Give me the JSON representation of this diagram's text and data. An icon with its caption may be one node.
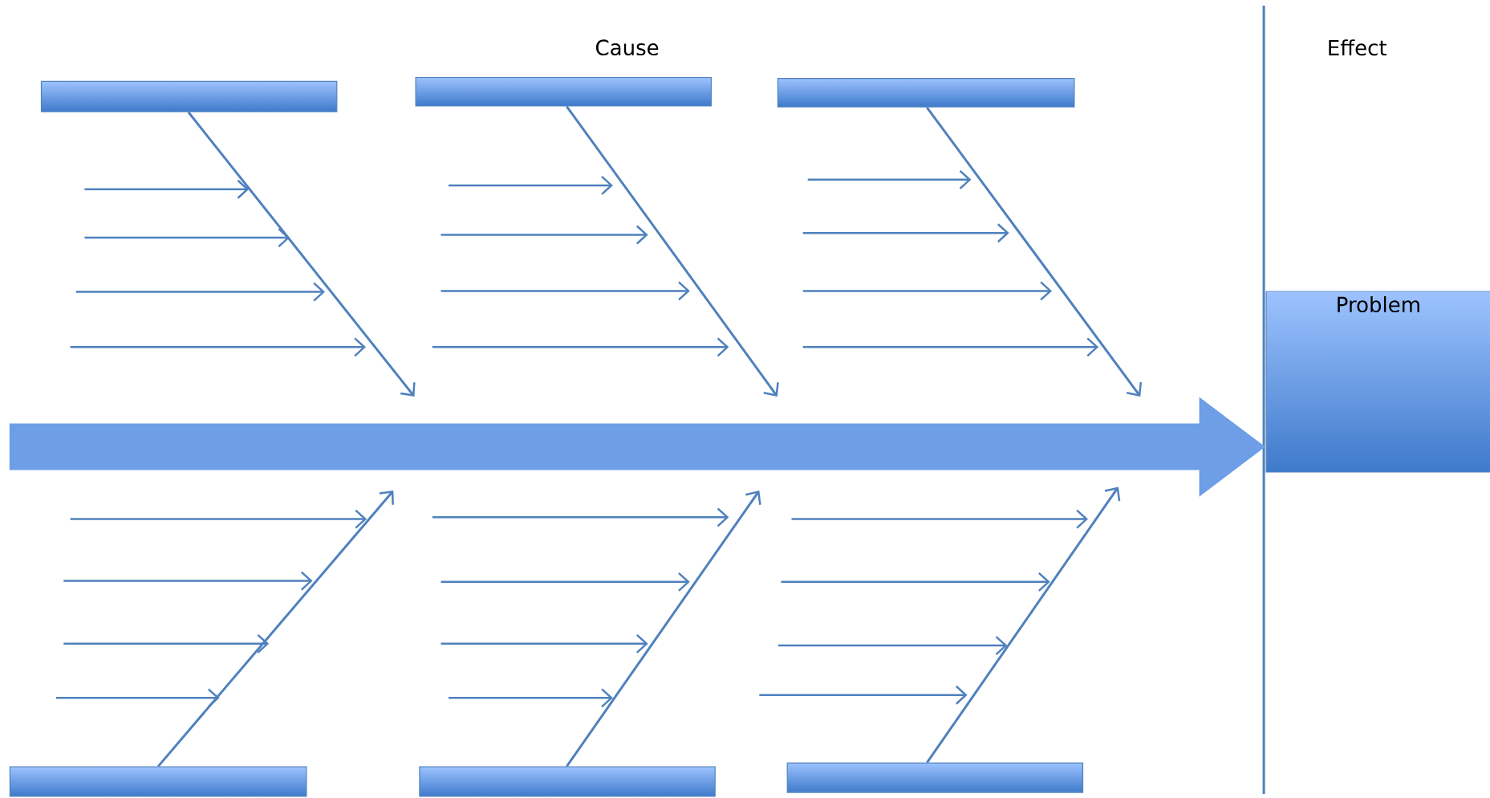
{
  "diagram": {
    "nodes": [
      {
        "text": [],
        "shape": "box"
      },
      {
        "text": [],
        "shape": "box"
      },
      {
        "text": [],
        "shape": "box"
      },
      {
        "text": [
          "Problem"
        ]
      },
      {
        "text": [],
        "shape": "box"
      },
      {
        "text": [],
        "shape": "box"
      },
      {
        "text": [],
        "shape": "box"
      }
    ],
    "edges": [
      {
        "from": 0,
        "to": null,
        "arrow": "to"
      },
      {
        "from": 1,
        "to": null,
        "arrow": "to"
      },
      {
        "from": 2,
        "to": null,
        "arrow": "to"
      },
      {
        "from": 4,
        "to": null,
        "arrow": "to"
      },
      {
        "from": 5,
        "to": null,
        "arrow": "to"
      },
      {
        "from": 6,
        "to": null,
        "arrow": "to"
      },
      {
        "from": null,
        "to": 3,
        "arrow": "to",
        "style": "thick"
      }
    ],
    "labels": [
      "Cause",
      "Effect"
    ]
  }
}
